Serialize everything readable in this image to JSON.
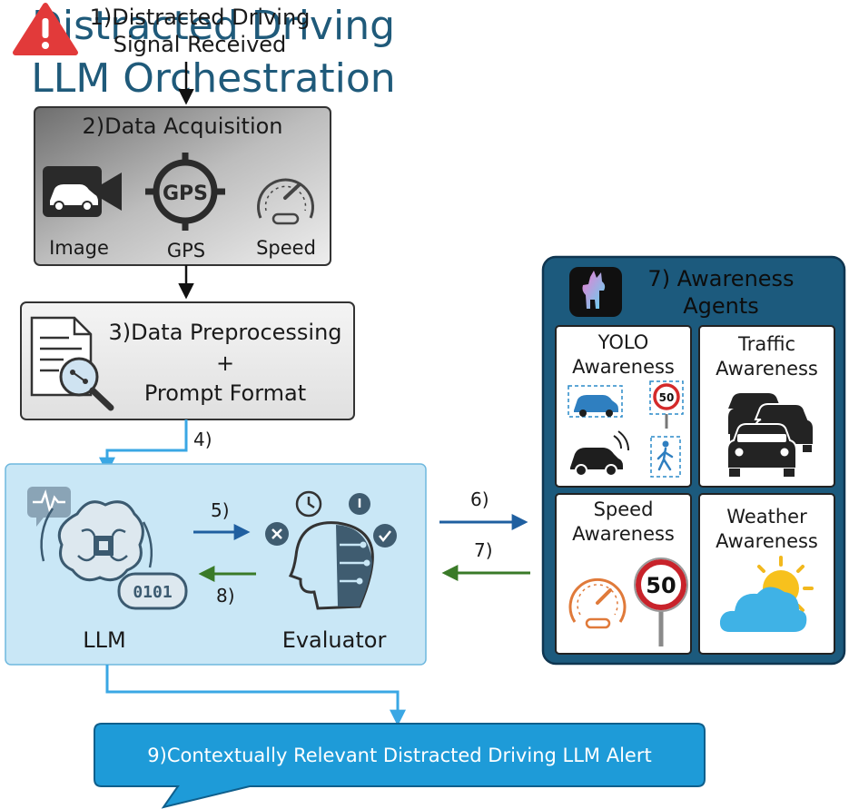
{
  "title": "Distracted Driving LLM Orchestration Framework",
  "steps": {
    "signal": "1)Distracted Driving Signal Received",
    "acquisition": "2)Data Acquisition",
    "preprocessing_line1": "3)Data Preprocessing",
    "preprocessing_plus": "+",
    "preprocessing_line2": "Prompt Format",
    "agents": "7) Awareness Agents",
    "alert": "9)Contextually Relevant Distracted Driving LLM Alert"
  },
  "acquisition_items": [
    "Image",
    "GPS",
    "Speed"
  ],
  "gps_icon_text": "GPS",
  "loop": {
    "llm": "LLM",
    "evaluator": "Evaluator"
  },
  "arrow_labels": {
    "a4": "4)",
    "a5": "5)",
    "a6": "6)",
    "a7": "7)",
    "a8": "8)"
  },
  "agent_cards": [
    {
      "title": "YOLO Awareness",
      "icon": "yolo-detection-icon"
    },
    {
      "title": "Traffic Awareness",
      "icon": "traffic-cars-icon"
    },
    {
      "title": "Speed Awareness",
      "icon": "speedometer-sign-icon"
    },
    {
      "title": "Weather Awareness",
      "icon": "sun-cloud-icon"
    }
  ],
  "sign_value": "50",
  "colors": {
    "title": "#1f5a7a",
    "agents_panel": "#1c5a7d",
    "loop_panel": "#c9e7f6",
    "alert": "#1e9bd8",
    "arrow_blue": "#1f5fa0",
    "arrow_green": "#3a7a28",
    "warning": "#e23a3a"
  }
}
